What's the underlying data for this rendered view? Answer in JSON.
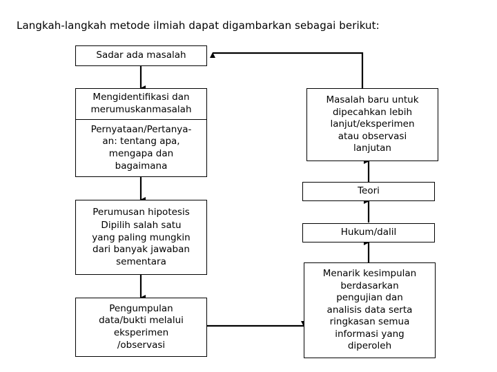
{
  "page": {
    "title": "Langkah-langkah metode ilmiah dapat digambarkan sebagai berikut:",
    "background": "#ffffff",
    "stroke": "#000000",
    "text_color": "#000000"
  },
  "diagram": {
    "type": "flowchart",
    "left_column": {
      "boxes": [
        {
          "id": "sadar-ada-masalah",
          "text": "Sadar ada masalah"
        },
        {
          "id": "mengidentifikasi",
          "split": true,
          "top_text": "Mengidentifikasi dan\nmerumuskanmasalah",
          "bottom_text": "Pernyataan/Pertanya-\nan: tentang apa,\nmengapa dan\nbagaimana"
        },
        {
          "id": "perumusan-hipotesis",
          "heading": "Perumusan hipotesis",
          "body": "Dipilih salah satu\nyang paling mungkin\ndari banyak jawaban\nsementara"
        },
        {
          "id": "pengumpulan-data",
          "text": "Pengumpulan\ndata/bukti melalui\neksperimen\n/observasi"
        }
      ]
    },
    "right_column": {
      "boxes": [
        {
          "id": "masalah-baru",
          "text": "Masalah baru untuk\ndipecahkan lebih\nlanjut/eksperimen\natau observasi\nlanjutan"
        },
        {
          "id": "teori",
          "text": "Teori"
        },
        {
          "id": "hukum-dalil",
          "text": "Hukum/dalil"
        },
        {
          "id": "menarik-kesimpulan",
          "text": "Menarik kesimpulan\nberdasarkan\npengujian dan\nanalisis data serta\nringkasan semua\ninformasi yang\ndiperoleh"
        }
      ]
    },
    "connectors": [
      {
        "id": "sadar-to-mengidentifikasi",
        "from": "sadar-ada-masalah",
        "to": "mengidentifikasi",
        "direction": "down"
      },
      {
        "id": "mengidentifikasi-to-hipotesis",
        "from": "mengidentifikasi",
        "to": "perumusan-hipotesis",
        "direction": "down"
      },
      {
        "id": "hipotesis-to-pengumpulan",
        "from": "perumusan-hipotesis",
        "to": "pengumpulan-data",
        "direction": "down"
      },
      {
        "id": "pengumpulan-to-kesimpulan",
        "from": "pengumpulan-data",
        "to": "menarik-kesimpulan",
        "direction": "right"
      },
      {
        "id": "kesimpulan-to-hukum",
        "from": "menarik-kesimpulan",
        "to": "hukum-dalil",
        "direction": "up"
      },
      {
        "id": "hukum-to-teori",
        "from": "hukum-dalil",
        "to": "teori",
        "direction": "up"
      },
      {
        "id": "teori-to-masalah-baru",
        "from": "teori",
        "to": "masalah-baru",
        "direction": "up"
      },
      {
        "id": "masalah-baru-to-sadar",
        "from": "masalah-baru",
        "to": "sadar-ada-masalah",
        "direction": "up-left-feedback"
      }
    ]
  }
}
